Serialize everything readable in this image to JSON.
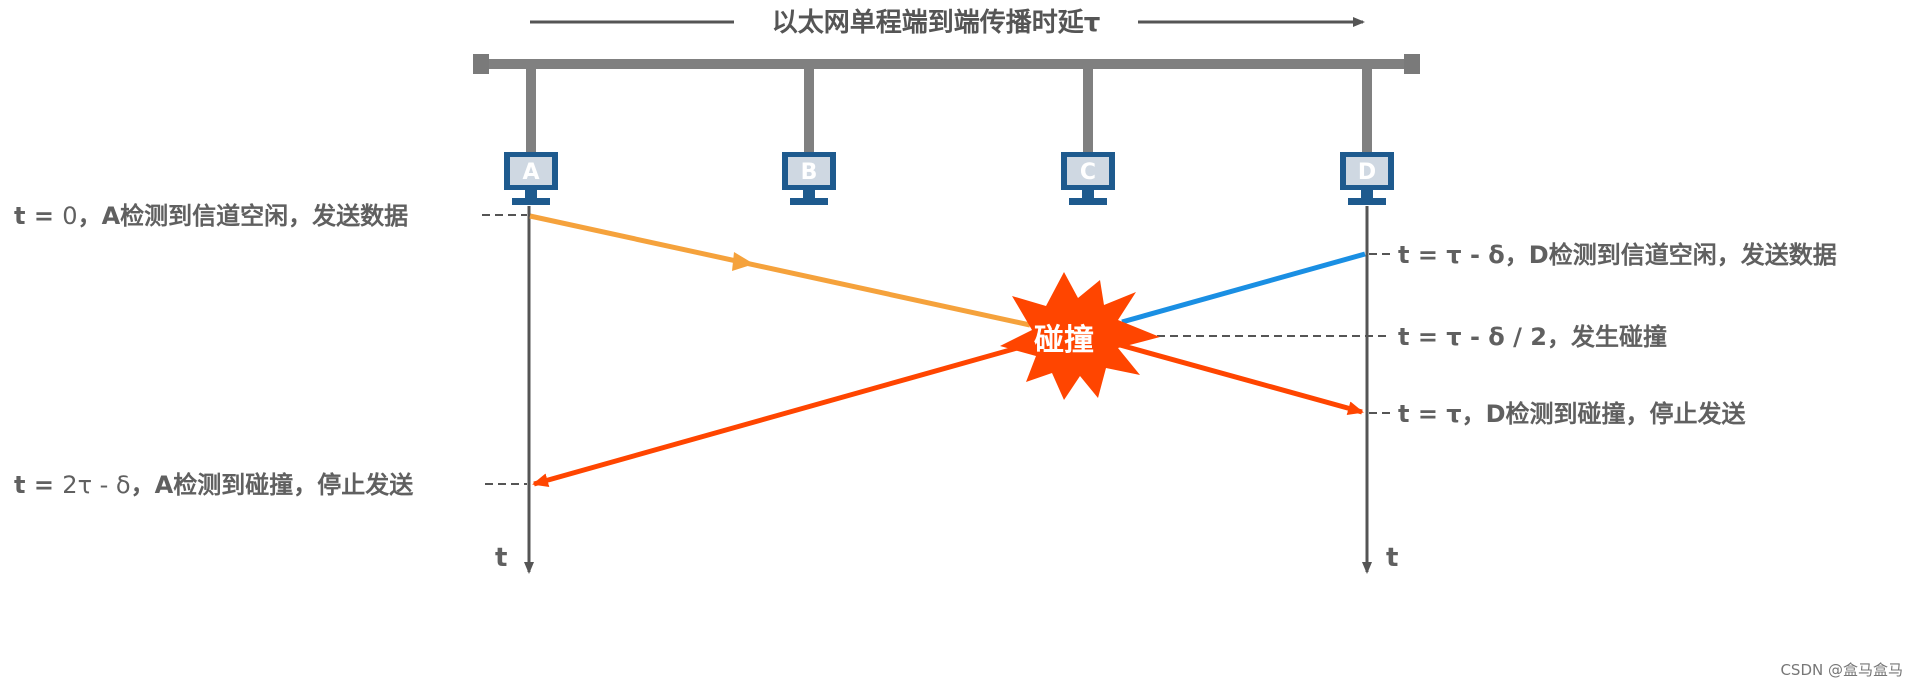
{
  "title": "以太网单程端到端传播时延τ",
  "stations": [
    "A",
    "B",
    "C",
    "D"
  ],
  "collision_label": "碰撞",
  "axis_label": "t",
  "events": {
    "a_send": {
      "prefix": "t = ",
      "value": "0",
      "text": "，A检测到信道空闲，发送数据"
    },
    "d_send": {
      "prefix": "t = τ - δ",
      "text": "，D检测到信道空闲，发送数据"
    },
    "collide": {
      "prefix": "t = τ - δ / 2",
      "text": "，发生碰撞"
    },
    "d_detect": {
      "prefix": "t = τ",
      "text": "，D检测到碰撞，停止发送"
    },
    "a_detect": {
      "prefix": "t = ",
      "value": "2τ - δ",
      "text": "，A检测到碰撞，停止发送"
    }
  },
  "colors": {
    "bus": "#808080",
    "station": "#1e5a8e",
    "signal_a": "#f5a23c",
    "signal_d": "#1a8fe3",
    "collision": "#ff4500",
    "timeline": "#555555"
  },
  "watermark": "CSDN @盒马盒马"
}
